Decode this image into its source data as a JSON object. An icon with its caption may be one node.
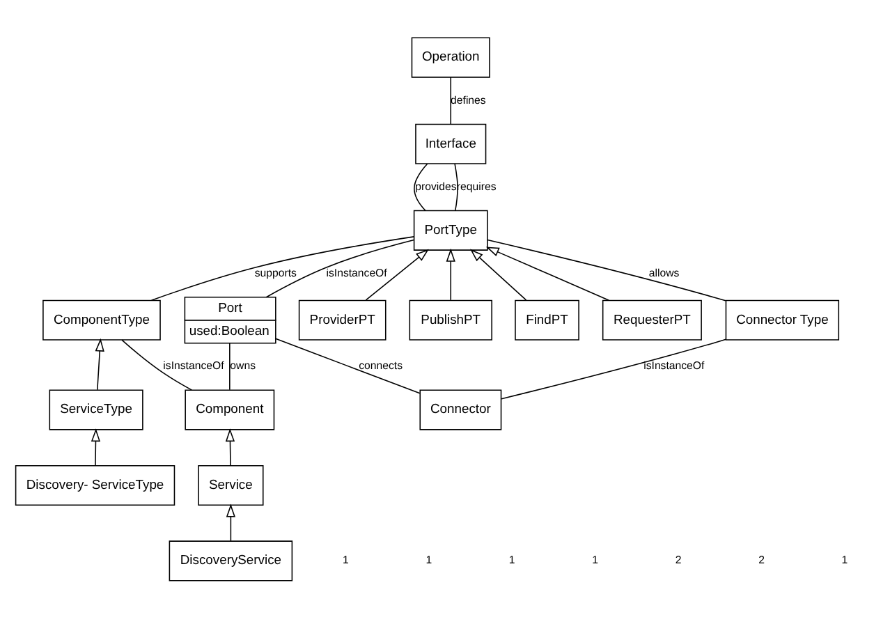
{
  "diagram": {
    "nodes": [
      {
        "text": [
          "ComponentType"
        ]
      },
      {
        "text": [
          "Component"
        ]
      },
      {
        "text": [
          "ServiceType"
        ]
      },
      {
        "text": [
          "Service"
        ]
      },
      {
        "text": [
          "Discovery- ServiceType"
        ]
      },
      {
        "text": [
          "DiscoveryService"
        ]
      },
      {
        "text": [
          "Operation"
        ]
      },
      {
        "text": [
          "Interface"
        ]
      },
      {
        "text": [
          "PortType"
        ]
      },
      {
        "text": [
          "Port",
          "used:Boolean"
        ]
      },
      {
        "text": [
          "ProviderPT"
        ]
      },
      {
        "text": [
          "PublishPT"
        ]
      },
      {
        "text": [
          "FindPT"
        ]
      },
      {
        "text": [
          "RequesterPT"
        ]
      },
      {
        "text": [
          "Connector Type"
        ]
      },
      {
        "text": [
          "Connector"
        ]
      }
    ],
    "edges": [
      {
        "from": 1,
        "to": 0,
        "arrow": "none",
        "label": "isInstanceOf"
      },
      {
        "from": 2,
        "to": 0,
        "arrow": "to"
      },
      {
        "from": 3,
        "to": 1,
        "arrow": "to"
      },
      {
        "from": 4,
        "to": 2,
        "arrow": "to"
      },
      {
        "from": 5,
        "to": 3,
        "arrow": "to"
      },
      {
        "from": 0,
        "to": 8,
        "arrow": "none",
        "label": "supports"
      },
      {
        "from": 1,
        "to": 9,
        "arrow": "none",
        "label": "owns"
      },
      {
        "from": 7,
        "to": 6,
        "arrow": "none",
        "label": "defines"
      },
      {
        "from": 8,
        "to": 7,
        "arrow": "none",
        "label": "provides"
      },
      {
        "from": 8,
        "to": 7,
        "arrow": "none",
        "label": "requires"
      },
      {
        "from": 9,
        "to": 8,
        "arrow": "none",
        "label": "isInstanceOf"
      },
      {
        "from": 10,
        "to": 8,
        "arrow": "to"
      },
      {
        "from": 11,
        "to": 8,
        "arrow": "to"
      },
      {
        "from": 12,
        "to": 8,
        "arrow": "to"
      },
      {
        "from": 13,
        "to": 8,
        "arrow": "to"
      },
      {
        "from": 14,
        "to": 8,
        "arrow": "none",
        "label": "allows"
      },
      {
        "from": 15,
        "to": 9,
        "arrow": "none",
        "label": "connects"
      },
      {
        "from": 15,
        "to": 14,
        "arrow": "none",
        "label": "isInstanceOf"
      }
    ],
    "labels": [
      "1",
      "1",
      "1",
      "1",
      "2",
      "2",
      "1"
    ]
  }
}
